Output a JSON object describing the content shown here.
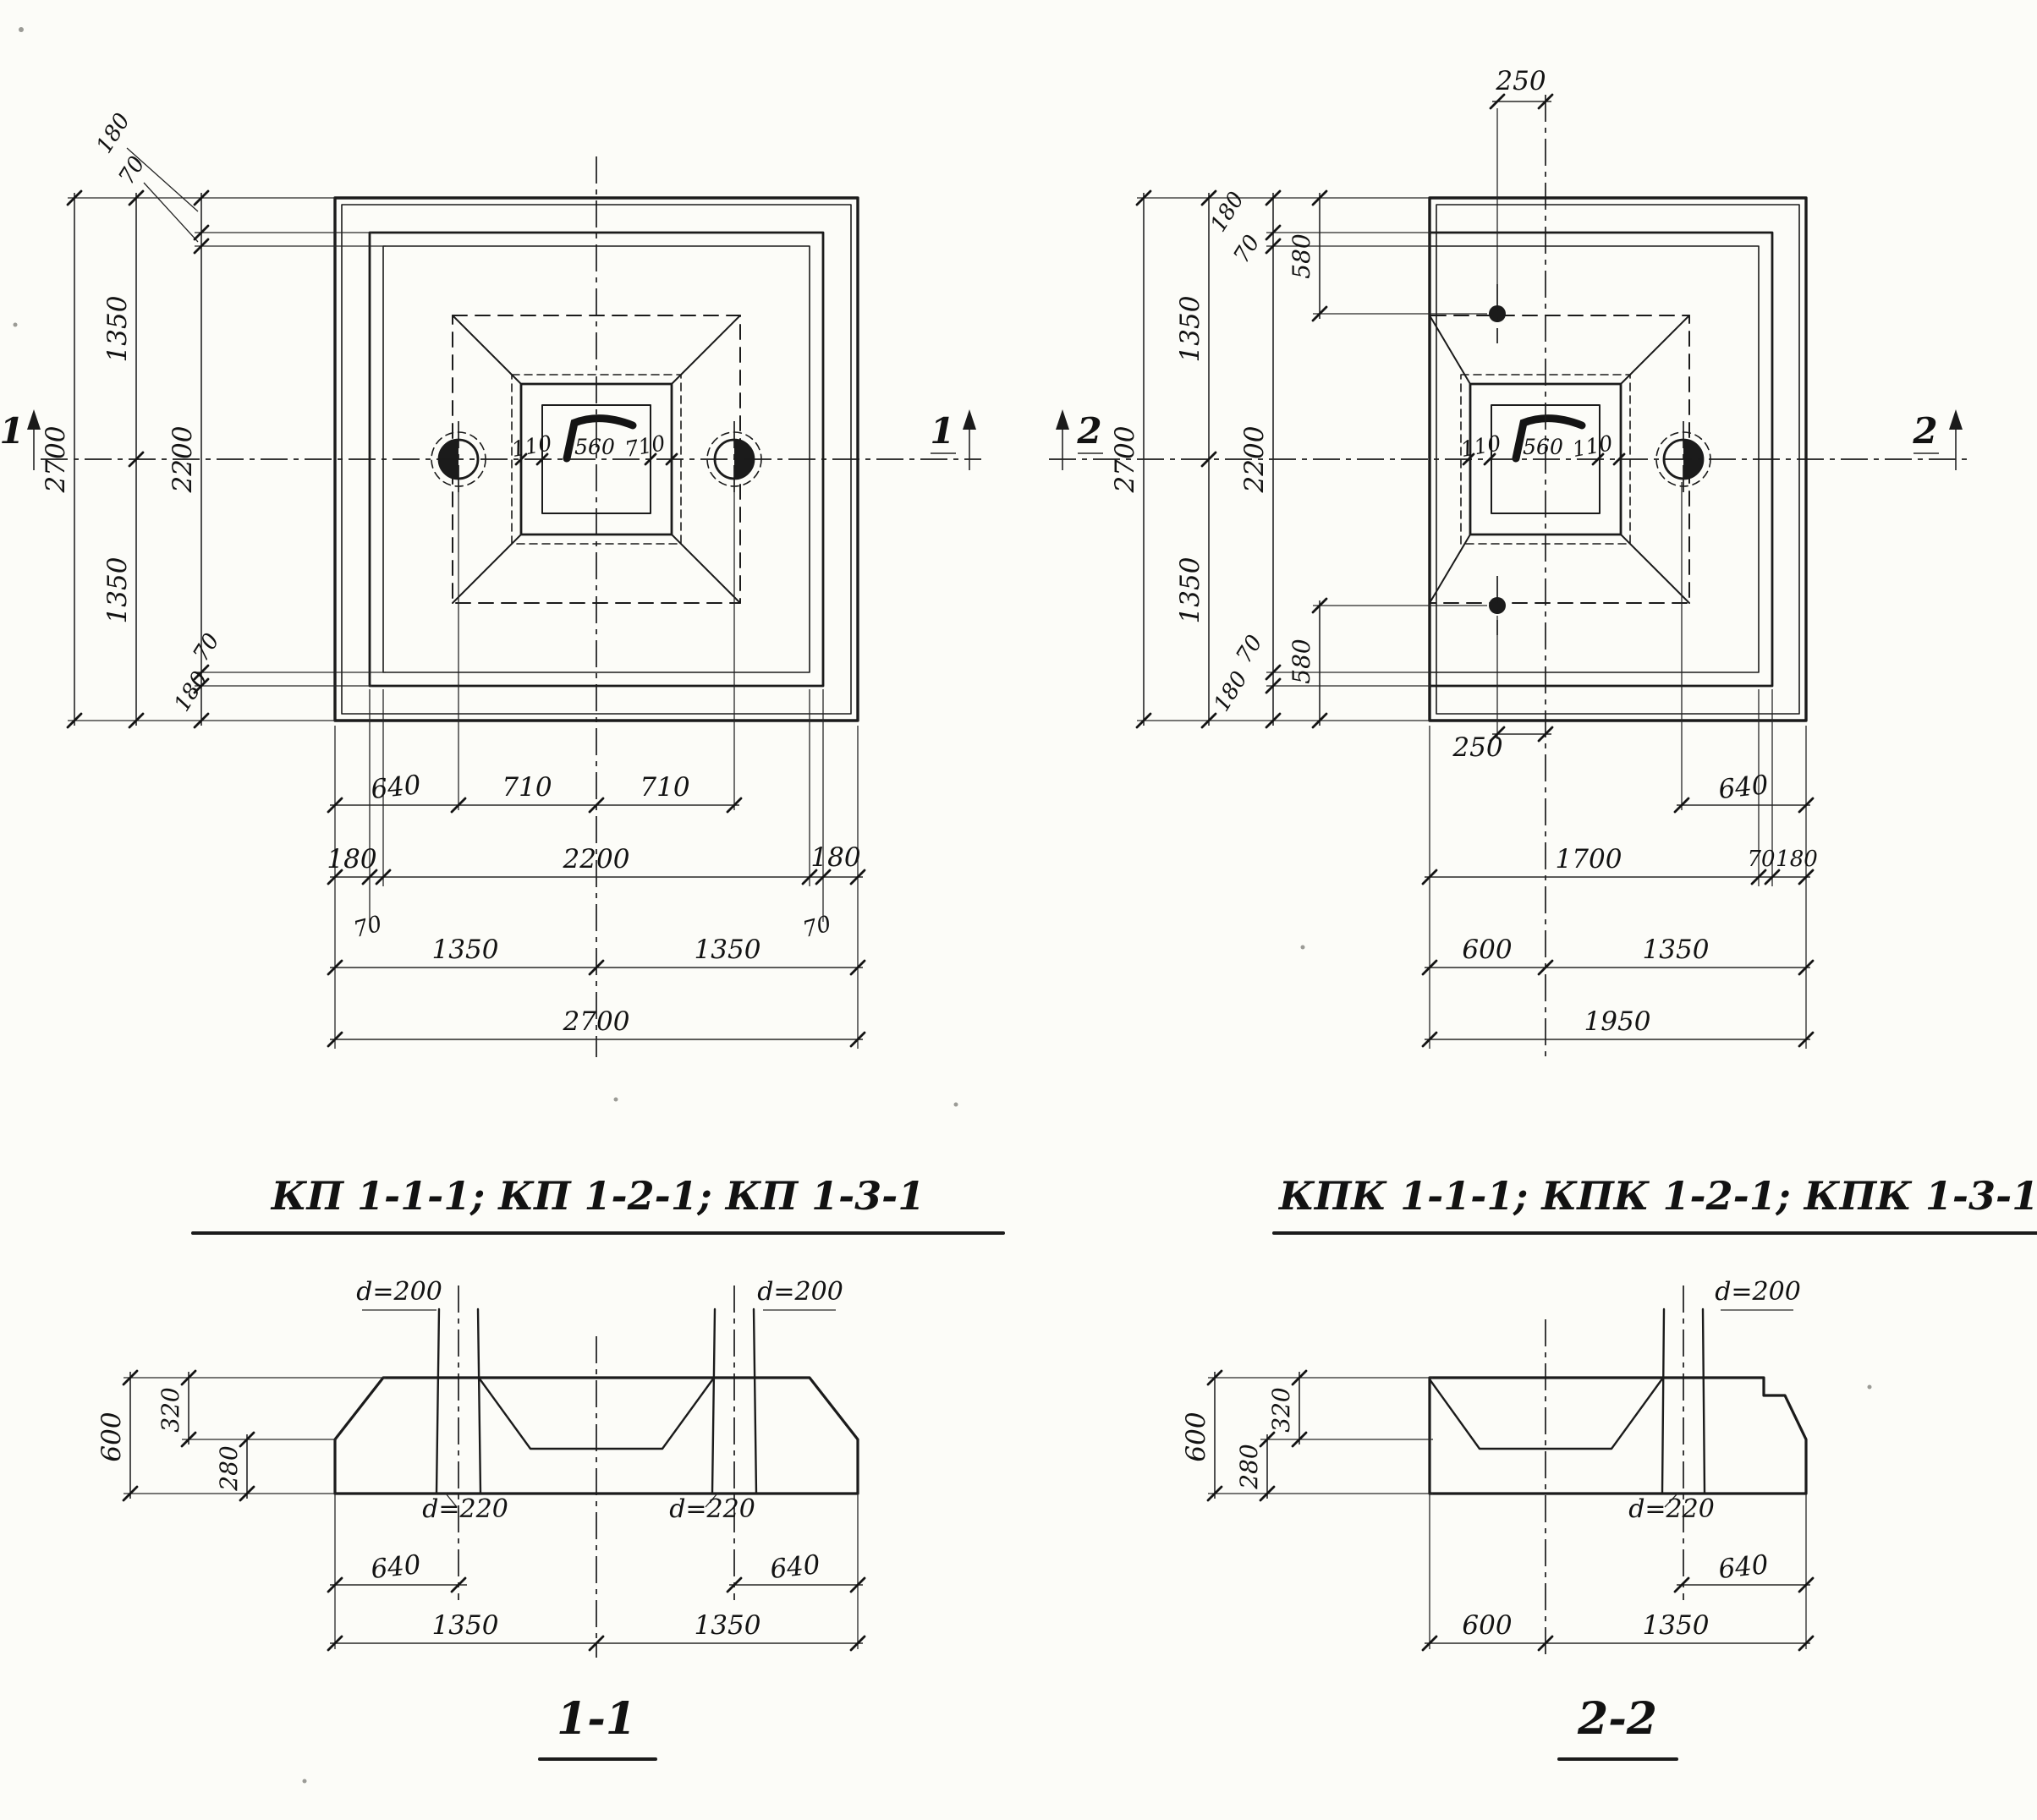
{
  "plan_left": {
    "marker": "1",
    "left": {
      "v2700": "2700",
      "v1350a": "1350",
      "v1350b": "1350",
      "v2200": "2200",
      "v180a": "180",
      "v70a": "70",
      "v70b": "70",
      "v180b": "180"
    },
    "center": {
      "a": "110",
      "b": "560",
      "c": "710"
    },
    "bottom": {
      "r1a": "640",
      "r1b": "710",
      "r1c": "710",
      "r2a": "180",
      "r2b": "2200",
      "r2c": "180",
      "r3a": "70",
      "r3b": "70",
      "r4a": "1350",
      "r4b": "1350",
      "r5": "2700"
    }
  },
  "plan_right": {
    "marker": "2",
    "top250": "250",
    "bottom250": "250",
    "left": {
      "v2700": "2700",
      "v1350a": "1350",
      "v1350b": "1350",
      "v2200": "2200",
      "v180a": "180",
      "v70a": "70",
      "v580a": "580",
      "v70b": "70",
      "v580b": "580",
      "v180b": "180"
    },
    "center": {
      "a": "110",
      "b": "560",
      "c": "110"
    },
    "bottom": {
      "r1": "640",
      "r2a": "1700",
      "r2b": "70",
      "r2c": "180",
      "r3a": "600",
      "r3b": "1350",
      "r4": "1950"
    }
  },
  "titles": {
    "left": "КП 1-1-1; КП 1-2-1; КП 1-3-1",
    "right": "КПК 1-1-1; КПК 1-2-1; КПК 1-3-1",
    "s11": "1-1",
    "s22": "2-2"
  },
  "section11": {
    "d200a": "d=200",
    "d200b": "d=200",
    "d220a": "d=220",
    "d220b": "d=220",
    "v600": "600",
    "v320": "320",
    "v280": "280",
    "b640a": "640",
    "b640b": "640",
    "b1350a": "1350",
    "b1350b": "1350"
  },
  "section22": {
    "d200": "d=200",
    "d220": "d=220",
    "v600": "600",
    "v280": "280",
    "v320": "320",
    "b640": "640",
    "b600": "600",
    "b1350": "1350"
  }
}
